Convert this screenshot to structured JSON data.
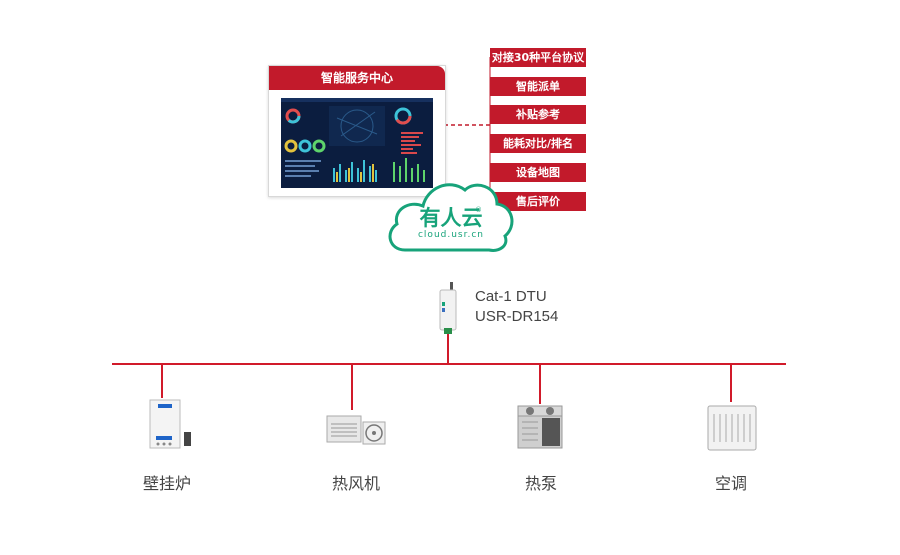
{
  "center": {
    "title": "智能服务中心"
  },
  "features": [
    "对接30种平台协议",
    "智能派单",
    "补贴参考",
    "能耗对比/排名",
    "设备地图",
    "售后评价"
  ],
  "cloud": {
    "name": "有人云",
    "url": "cloud.usr.cn",
    "brand_color": "#17a37a"
  },
  "dtu": {
    "line1": "Cat-1 DTU",
    "line2": "USR-DR154"
  },
  "devices": [
    {
      "label": "壁挂炉"
    },
    {
      "label": "热风机"
    },
    {
      "label": "热泵"
    },
    {
      "label": "空调"
    }
  ],
  "colors": {
    "accent": "#c21a2b",
    "bus": "#d11a2a"
  }
}
